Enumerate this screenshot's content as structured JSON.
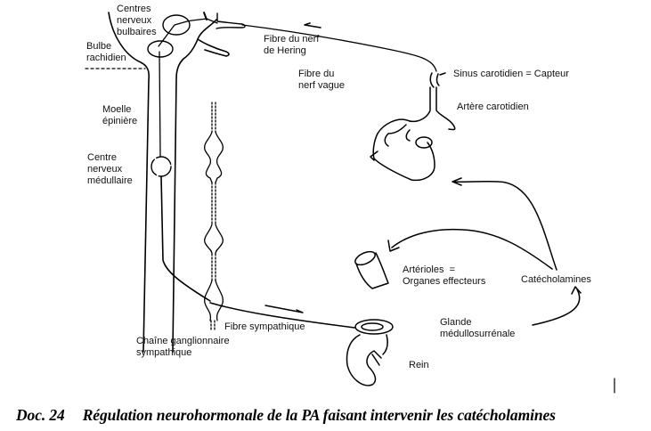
{
  "caption": {
    "doc_number": "Doc. 24",
    "title": "Régulation neurohormonale de la PA faisant intervenir les catécholamines"
  },
  "labels": {
    "centres_bulbaires": "Centres\nnerveux\nbulbaires",
    "bulbe": "Bulbe\nrachidien",
    "moelle": "Moelle\népinière",
    "centre_medullaire": "Centre\nnerveux\nmédullaire",
    "fibre_hering": "Fibre du nerf\nde Hering",
    "fibre_vague": "Fibre du\nnerf vague",
    "sinus": "Sinus carotidien = Capteur",
    "artere": "Artère carotidien",
    "arterioles": "Artérioles  =\nOrganes effecteurs",
    "catecholamines": "Catécholamines",
    "glande": "Glande\nmédullosurrénale",
    "rein": "Rein",
    "fibre_sympathique": "Fibre sympathique",
    "chaine": "Chaîne ganglionnaire\nsympathique"
  }
}
